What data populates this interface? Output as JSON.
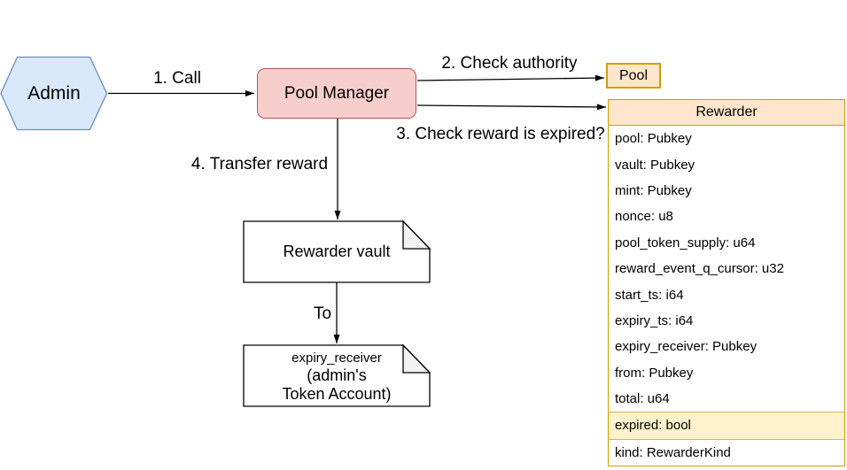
{
  "nodes": {
    "admin": {
      "label": "Admin"
    },
    "pool_manager": {
      "label": "Pool Manager"
    },
    "pool": {
      "label": "Pool"
    },
    "rewarder_vault": {
      "label": "Rewarder vault"
    },
    "expiry_receiver": {
      "line1": "expiry_receiver",
      "line2": "(admin's",
      "line3": "Token Account)"
    }
  },
  "edges": {
    "call": {
      "label": "1. Call"
    },
    "check_authority": {
      "label": "2. Check authority"
    },
    "check_expired": {
      "label": "3. Check reward is expired?"
    },
    "transfer_reward": {
      "label": "4. Transfer reward"
    },
    "to": {
      "label": "To"
    }
  },
  "rewarder_table": {
    "title": "Rewarder",
    "rows": [
      {
        "label": "pool: Pubkey",
        "highlight": false
      },
      {
        "label": "vault: Pubkey",
        "highlight": false
      },
      {
        "label": "mint: Pubkey",
        "highlight": false
      },
      {
        "label": "nonce: u8",
        "highlight": false
      },
      {
        "label": "pool_token_supply: u64",
        "highlight": false
      },
      {
        "label": "reward_event_q_cursor: u32",
        "highlight": false
      },
      {
        "label": "start_ts: i64",
        "highlight": false
      },
      {
        "label": "expiry_ts: i64",
        "highlight": false
      },
      {
        "label": "expiry_receiver: Pubkey",
        "highlight": false
      },
      {
        "label": "from: Pubkey",
        "highlight": false
      },
      {
        "label": "total: u64",
        "highlight": false
      },
      {
        "label": "expired: bool",
        "highlight": true
      },
      {
        "label": "kind: RewarderKind",
        "highlight": false
      }
    ]
  },
  "colors": {
    "admin_fill": "#dae8fc",
    "admin_stroke": "#6c8ebf",
    "manager_fill": "#f8cecc",
    "manager_stroke": "#b85450",
    "orange_fill": "#ffe6cc",
    "orange_stroke": "#d79b00",
    "highlight_fill": "#fff2cc",
    "highlight_stroke": "#d6b656",
    "note_fill": "#ffffff",
    "note_fold_fill": "#f2f2f2",
    "line": "#000000"
  }
}
